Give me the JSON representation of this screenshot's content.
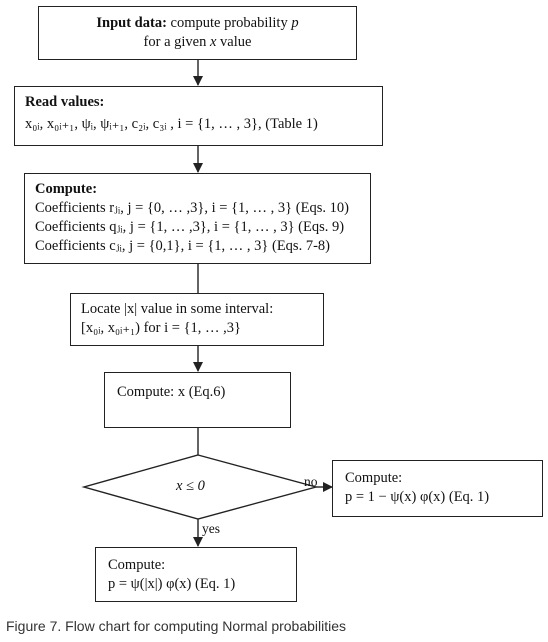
{
  "boxes": {
    "input": {
      "heading": "Input data:",
      "text1": "compute probability",
      "var_p": "p",
      "text2": "for a given",
      "var_x": "x",
      "text3": "value"
    },
    "read": {
      "heading": "Read values:",
      "line": "x₀ᵢ,  x₀ᵢ₊₁,  ψᵢ,  ψᵢ₊₁,  c₂ᵢ,  c₃ᵢ ,  i = {1, … , 3}, (Table 1)"
    },
    "compute_coeffs": {
      "heading": "Compute:",
      "line1": "Coefficients rⱼᵢ, j = {0, … ,3}, i = {1, … , 3} (Eqs. 10)",
      "line2": "Coefficients qⱼᵢ, j = {1, … ,3}, i = {1, … , 3} (Eqs. 9)",
      "line3": "Coefficients cⱼᵢ, j = {0,1}, i = {1, … , 3} (Eqs. 7-8)"
    },
    "locate": {
      "line1": "Locate |x| value in some interval:",
      "line2": "[x₀ᵢ, x₀ᵢ₊₁) for i = {1, … ,3}"
    },
    "compute_x": {
      "text": "Compute:  x (Eq.6)"
    },
    "decision": {
      "text": "x ≤ 0"
    },
    "compute_no": {
      "heading": "Compute:",
      "line": "p = 1 − ψ(x)  φ(x) (Eq. 1)"
    },
    "compute_yes": {
      "heading": "Compute:",
      "line": "p = ψ(|x|)  φ(x) (Eq. 1)"
    }
  },
  "labels": {
    "no": "no",
    "yes": "yes"
  },
  "caption": "Figure 7. Flow chart for computing Normal probabilities",
  "colors": {
    "line": "#222222",
    "caption": "#333333"
  }
}
